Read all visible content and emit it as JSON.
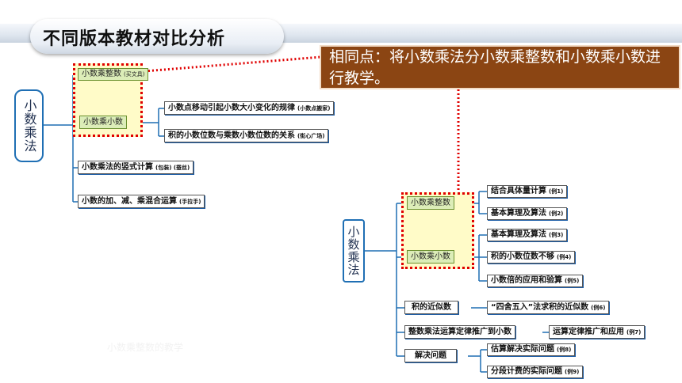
{
  "title": "不同版本教材对比分析",
  "callout": "相同点：将小数乘法分小数乘整数和小数乘小数进行教学。",
  "left_map": {
    "root": "小数乘法",
    "branch1": "小数乘整数",
    "branch1_tag": "(买文具)",
    "branch2": "小数乘小数",
    "sub1": "小数点移动引起小数大小变化的规律",
    "sub1_tag": "(小数点搬家)",
    "sub2": "积的小数位数与乘数小数位数的关系",
    "sub2_tag": "(街心广场)",
    "branch3": "小数乘法的竖式计算",
    "branch3_tag": "(包装) (蚕丝)",
    "branch4": "小数的加、减、乘混合运算",
    "branch4_tag": "(手拉手)"
  },
  "right_map": {
    "root": "小数乘法",
    "b1": "小数乘整数",
    "b1_s1": "结合具体量计算",
    "b1_s1_tag": "(例1)",
    "b1_s2": "基本算理及算法",
    "b1_s2_tag": "(例2)",
    "b2": "小数乘小数",
    "b2_s1": "基本算理及算法",
    "b2_s1_tag": "(例3)",
    "b2_s2": "积的小数位数不够",
    "b2_s2_tag": "(例4)",
    "b2_s3": "小数倍的应用和验算",
    "b2_s3_tag": "(例5)",
    "b3": "积的近似数",
    "b3_s1": "“四舍五入”法求积的近似数",
    "b3_s1_tag": "(例6)",
    "b4": "整数乘法运算定律推广到小数",
    "b4_s1": "运算定律推广和应用",
    "b4_s1_tag": "(例7)",
    "b5": "解决问题",
    "b5_s1": "估算解决实际问题",
    "b5_s1_tag": "(例8)",
    "b5_s2": "分段计费的实际问题",
    "b5_s2_tag": "(例9)"
  },
  "faint_text": "小数乘整数的教学",
  "colors": {
    "callout_bg": "#8b4513",
    "connector": "#1f6fb4",
    "highlight_border": "#e00000",
    "highlight_bg": "#fffbc8",
    "green_node": "#dcedb8"
  }
}
